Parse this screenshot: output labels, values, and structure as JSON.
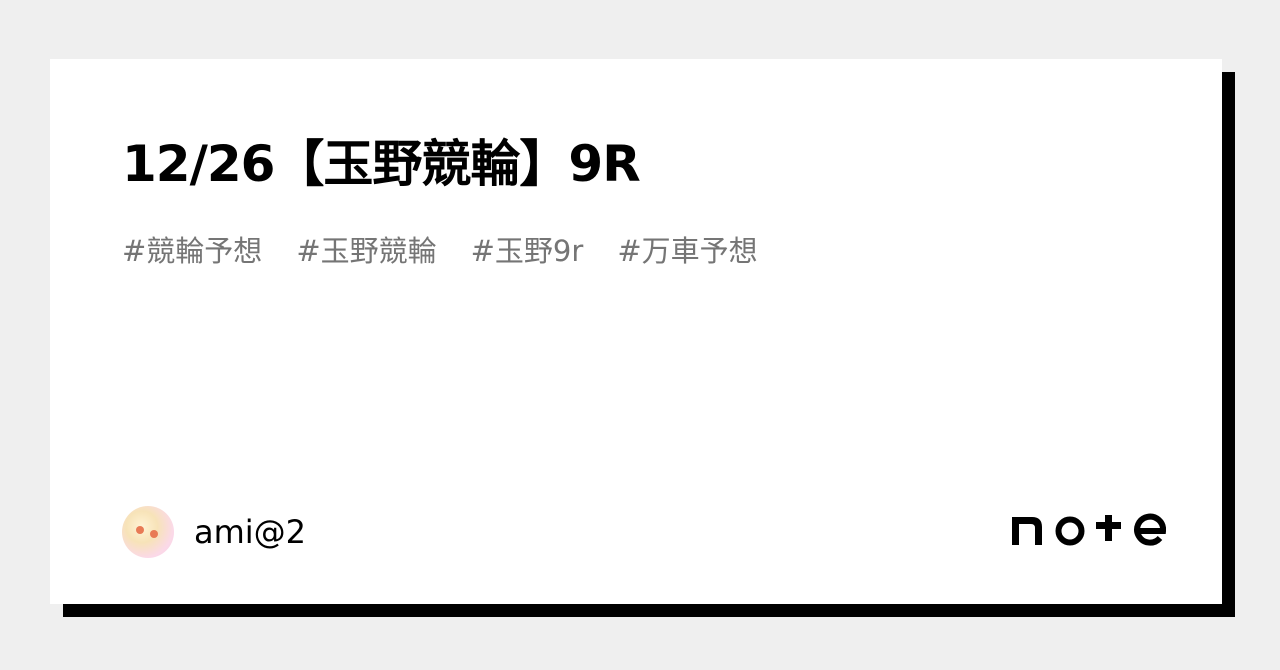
{
  "card": {
    "title": "12/26【玉野競輪】9R",
    "tags": [
      "#競輪予想",
      "#玉野競輪",
      "#玉野9r",
      "#万車予想"
    ]
  },
  "author": {
    "name": "ami@2",
    "avatar_icon": "avatar-illustration"
  },
  "brand": {
    "logo": "note",
    "logo_icon": "note-logo-icon"
  },
  "colors": {
    "background": "#efefef",
    "card": "#ffffff",
    "shadow": "#000000",
    "title": "#000000",
    "tags": "#757575"
  }
}
